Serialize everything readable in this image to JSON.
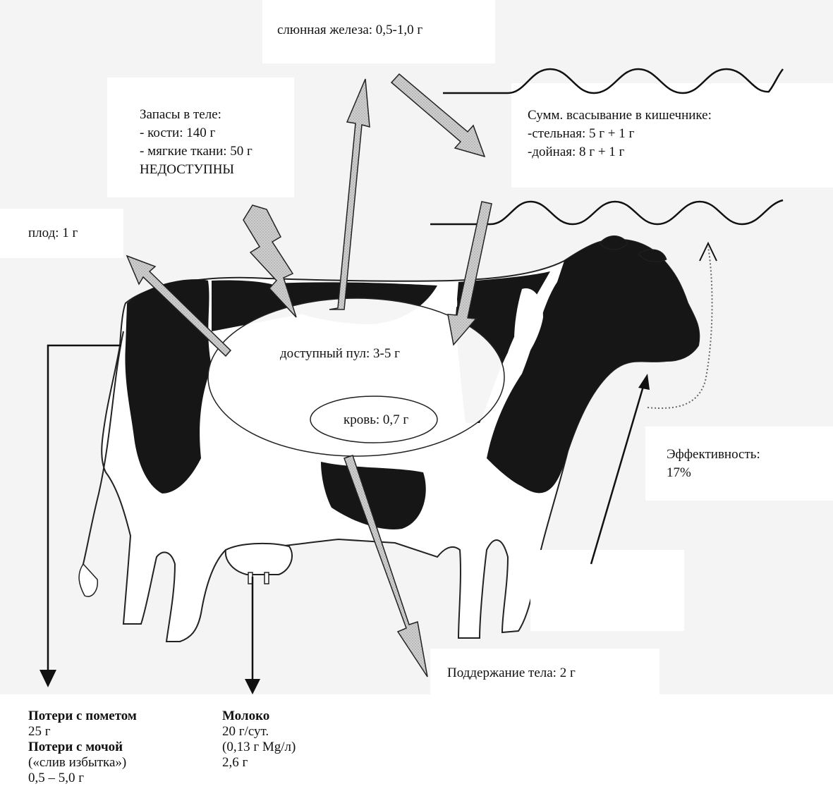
{
  "labels": {
    "saliva": "слюнная железа: 0,5-1,0 г",
    "reserves": {
      "title": "Запасы в теле:",
      "bones": "- кости: 140 г",
      "soft": "- мягкие ткани: 50 г",
      "note": "НЕДОСТУПНЫ"
    },
    "absorption": {
      "title": "Сумм. всасывание в кишечнике:",
      "pregnant": "-стельная: 5 г + 1 г",
      "dairy": "-дойная: 8 г + 1 г"
    },
    "fetus": "плод: 1 г",
    "pool": "доступный пул: 3-5 г",
    "blood": "кровь: 0,7 г",
    "efficiency": {
      "title": "Эффективность:",
      "value": "17%"
    },
    "maintenance": "Поддержание тела: 2 г"
  },
  "bottom": {
    "feces_title": "Потери с пометом",
    "feces_value": "25 г",
    "urine_title": "Потери с мочой",
    "urine_note": "(«слив избытка»)",
    "urine_value": "0,5 – 5,0 г",
    "milk_title": "Молоко",
    "milk_amount": "20 г/сут.",
    "milk_conc": "(0,13 г Mg/л)",
    "milk_value": "2,6 г"
  },
  "colors": {
    "cow_spots": "#161616",
    "arrow_fill": "#c8c8c8",
    "background": "#f4f4f4"
  }
}
